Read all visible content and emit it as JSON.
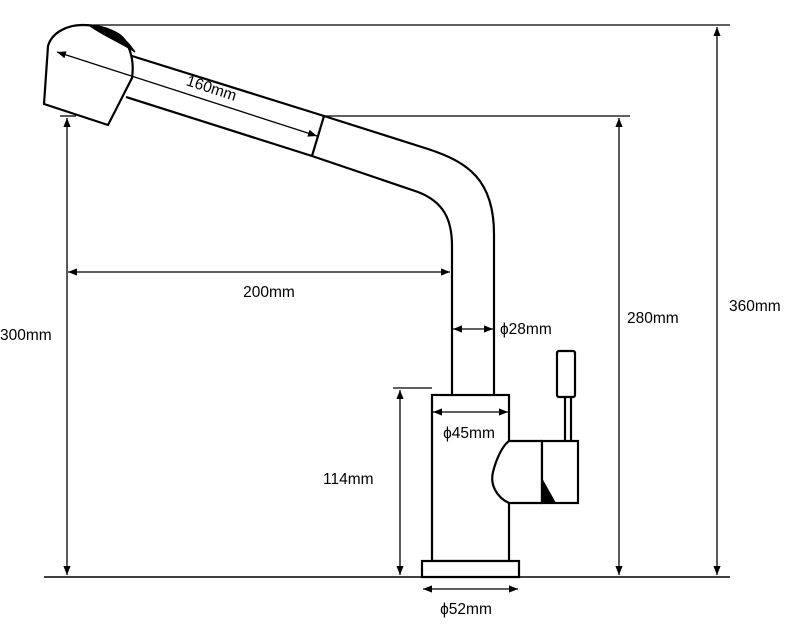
{
  "diagram": {
    "labels": {
      "spray_length": "160mm",
      "reach": "200mm",
      "total_height": "360mm",
      "spout_height": "280mm",
      "outlet_height": "300mm",
      "body_height": "114mm",
      "spout_diameter": "ϕ28mm",
      "body_diameter": "ϕ45mm",
      "base_diameter": "ϕ52mm"
    },
    "colors": {
      "line": "#000000",
      "background": "#ffffff"
    }
  }
}
